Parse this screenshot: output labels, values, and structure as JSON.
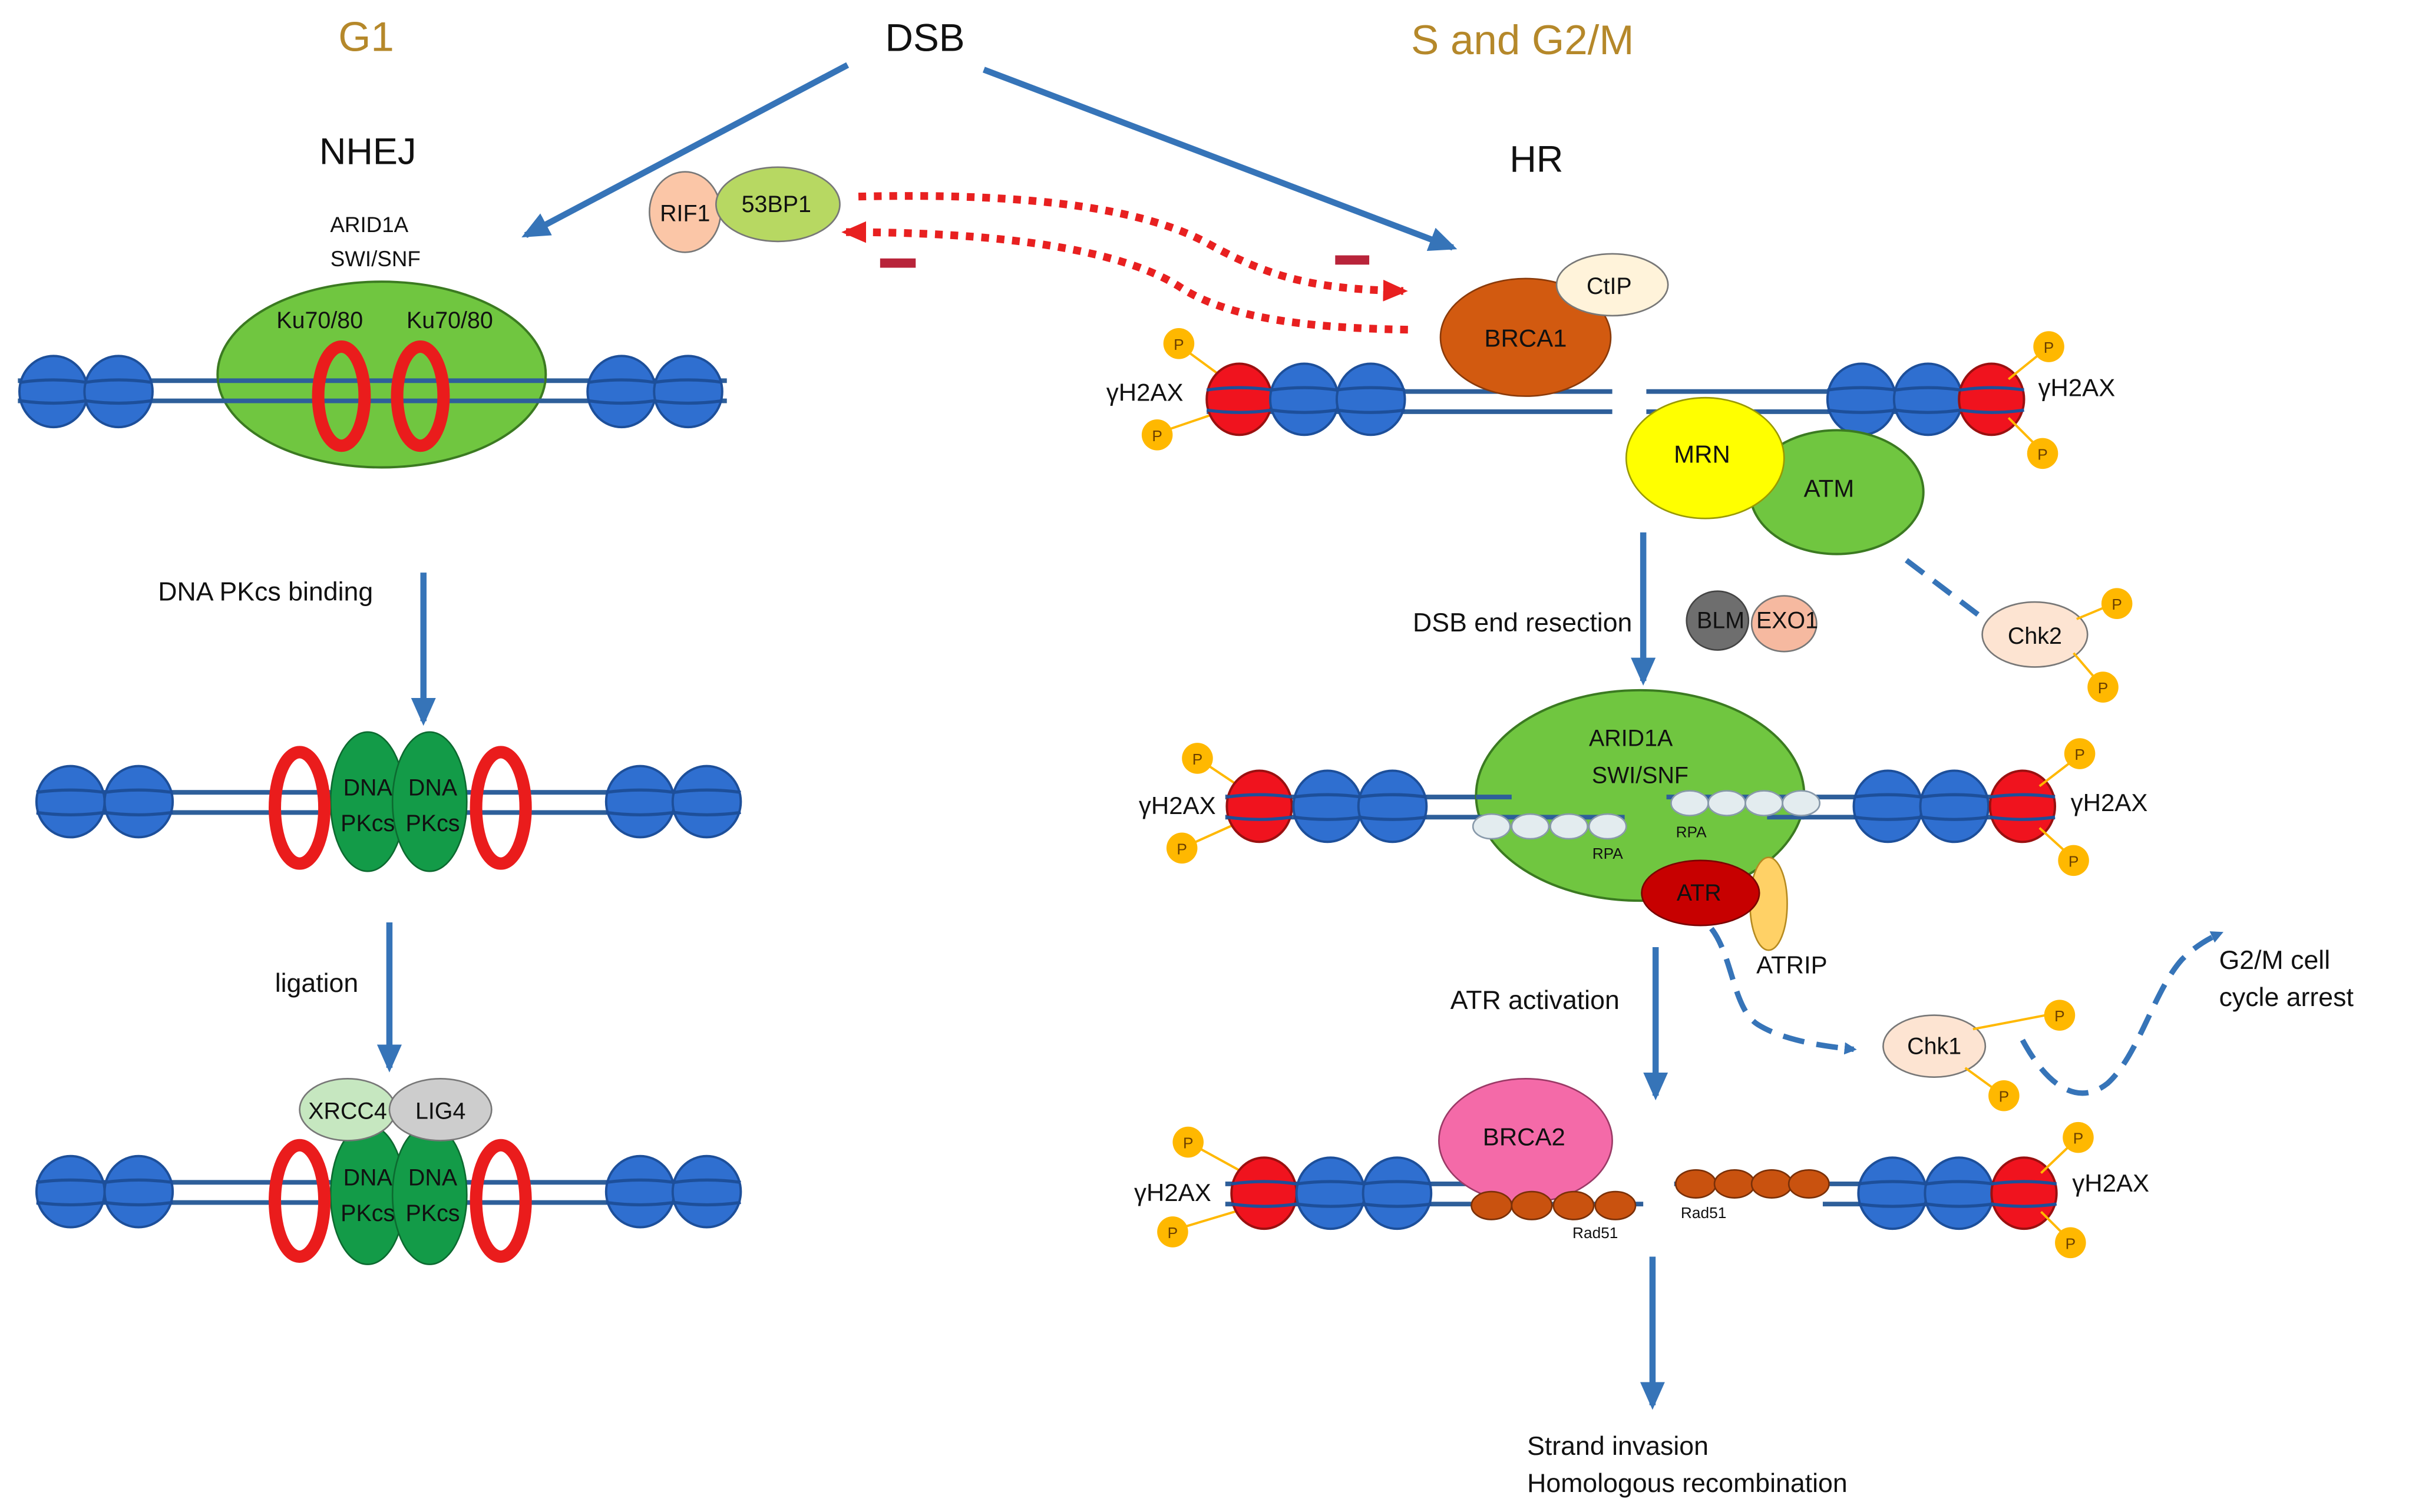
{
  "header": {
    "g1": "G1",
    "dsb": "DSB",
    "s_g2m": "S and G2/M",
    "nhej": "NHEJ",
    "hr": "HR"
  },
  "nhej": {
    "arid1a": "ARID1A",
    "swisnf": "SWI/SNF",
    "ku_left": "Ku70/80",
    "ku_right": "Ku70/80",
    "dnapk_step": "DNA PKcs binding",
    "dna": "DNA",
    "pkcs": "PKcs",
    "ligation_step": "ligation",
    "xrcc4": "XRCC4",
    "lig4": "LIG4"
  },
  "regulators": {
    "rif1": "RIF1",
    "p53bp1": "53BP1",
    "ctip": "CtIP",
    "brca1": "BRCA1"
  },
  "hr": {
    "h2ax": "γH2AX",
    "p": "P",
    "mrn": "MRN",
    "atm": "ATM",
    "resection_step": "DSB end resection",
    "blm": "BLM",
    "exo1": "EXO1",
    "chk2": "Chk2",
    "arid1a": "ARID1A",
    "swisnf": "SWI/SNF",
    "rpa": "RPA",
    "atr": "ATR",
    "atrip": "ATRIP",
    "atr_step": "ATR activation",
    "chk1": "Chk1",
    "arrest_line1": "G2/M cell",
    "arrest_line2": "cycle arrest",
    "brca2": "BRCA2",
    "rad51": "Rad51",
    "final_line1": "Strand invasion",
    "final_line2": "Homologous recombination"
  },
  "colors": {
    "nucleosome": "#2f6fd0",
    "dna_strand": "#2e5f9a",
    "arrow": "#3674b8",
    "inhibit_arrow": "#e82020",
    "inhibit_bar": "#b8243a",
    "phase_label": "#b5882a",
    "complex_green": "#70c640",
    "dnapk_green": "#139b48",
    "ku_red": "#ea1c1c",
    "h2ax_red": "#f0131e",
    "phospho": "#ffb800",
    "brca1": "#d25a10",
    "brca2": "#f46aa8",
    "mrn": "#ffff00",
    "atr": "#c70000",
    "rad51": "#c9520f"
  }
}
